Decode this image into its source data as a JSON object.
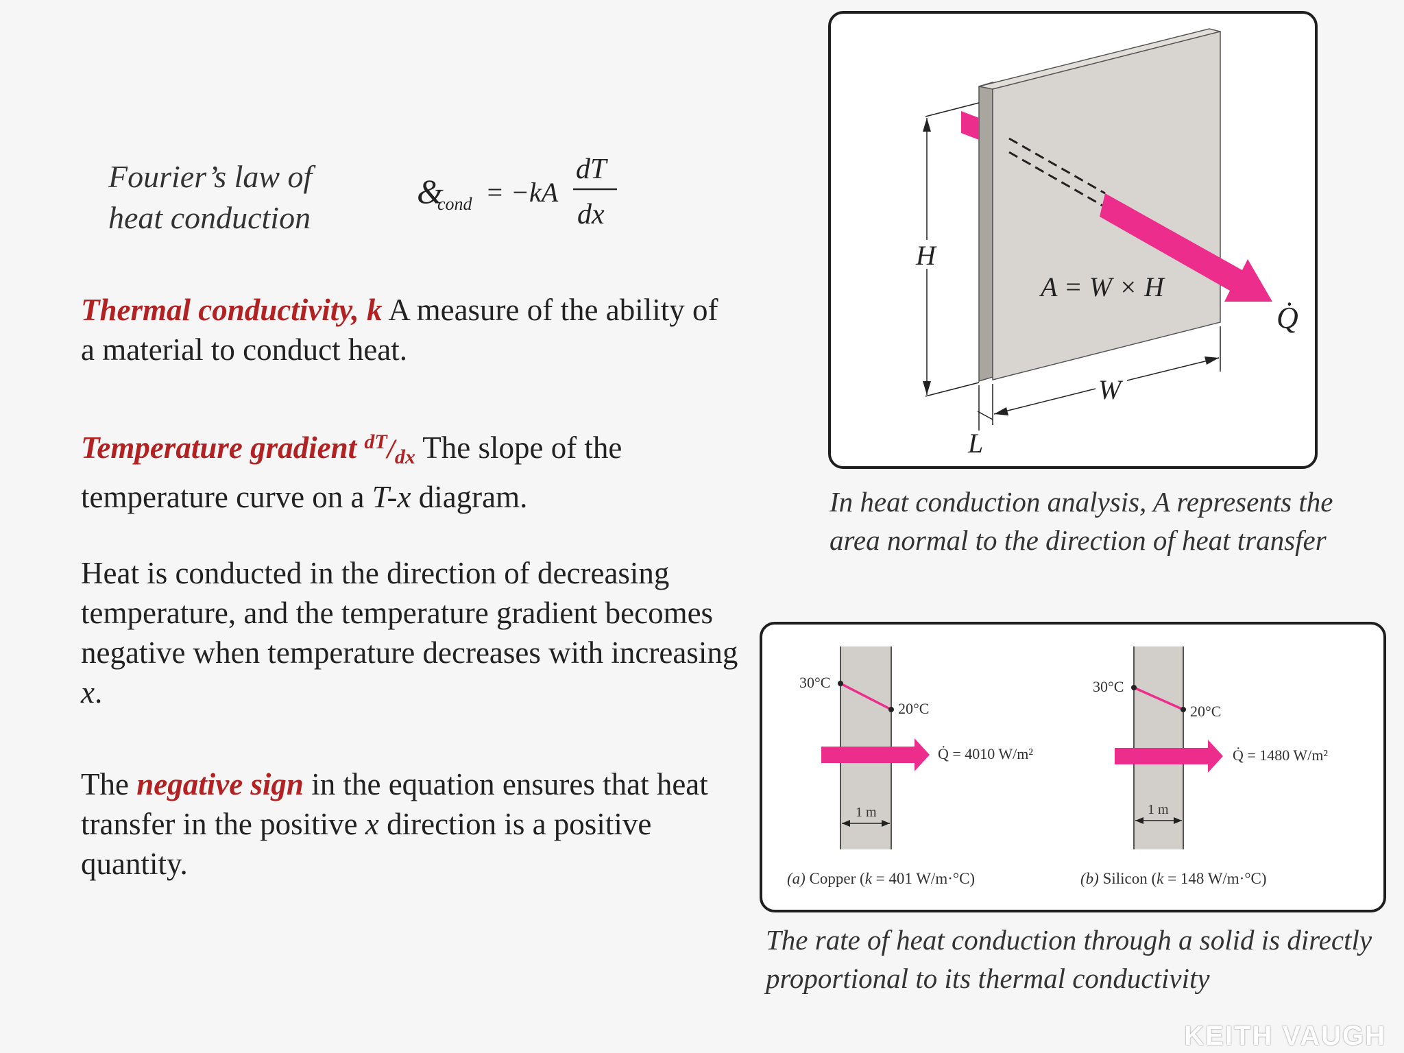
{
  "fourier": {
    "title_line1": "Fourier’s law of",
    "title_line2": "heat conduction",
    "equation": {
      "q_symbol": "&",
      "q_subscript": "cond",
      "rhs": "= −kA",
      "numerator": "dT",
      "denominator": "dx"
    }
  },
  "paragraphs": {
    "k": {
      "term": "Thermal conductivity, k",
      "text": "A measure of the ability of a material to conduct heat."
    },
    "gradient": {
      "term": "Temperature gradient",
      "frac_num": "dT",
      "frac_den": "dx",
      "text_a": "The slope of the temperature curve on a",
      "text_var": "T-x",
      "text_b": "diagram."
    },
    "direction": {
      "text_a": "Heat is conducted in the direction of decreasing temperature, and the temperature gradient becomes negative when temperature decreases with increasing",
      "var": "x",
      "text_b": "."
    },
    "sign": {
      "text_a": "The",
      "term": "negative sign",
      "text_b": "in the equation ensures that heat transfer in the positive",
      "var": "x",
      "text_c": "direction is a positive quantity."
    }
  },
  "figure1": {
    "label_H": "H",
    "label_W": "W",
    "label_L": "L",
    "label_area": "A = W × H",
    "label_Q": "Q̇",
    "caption": "In heat conduction analysis, A represents the area normal to the direction of heat transfer"
  },
  "figure2": {
    "panel_a": {
      "t_hot": "30°C",
      "t_cold": "20°C",
      "q": "Q̇ = 4010 W/m²",
      "thickness": "1 m",
      "caption_letter": "(a)",
      "caption_material": "Copper (",
      "caption_k": "k",
      "caption_value": "= 401 W/m·°C)"
    },
    "panel_b": {
      "t_hot": "30°C",
      "t_cold": "20°C",
      "q": "Q̇ = 1480 W/m²",
      "thickness": "1 m",
      "caption_letter": "(b)",
      "caption_material": "Silicon (",
      "caption_k": "k",
      "caption_value": "= 148 W/m·°C)"
    },
    "caption": "The rate of heat conduction through a solid is directly proportional to its thermal conductivity"
  },
  "watermark": "KEITH VAUGH",
  "colors": {
    "accent_red": "#b22222",
    "arrow_pink": "#ec2d8c",
    "wall_face": "#d8d5d0",
    "wall_side": "#a9a59f"
  }
}
